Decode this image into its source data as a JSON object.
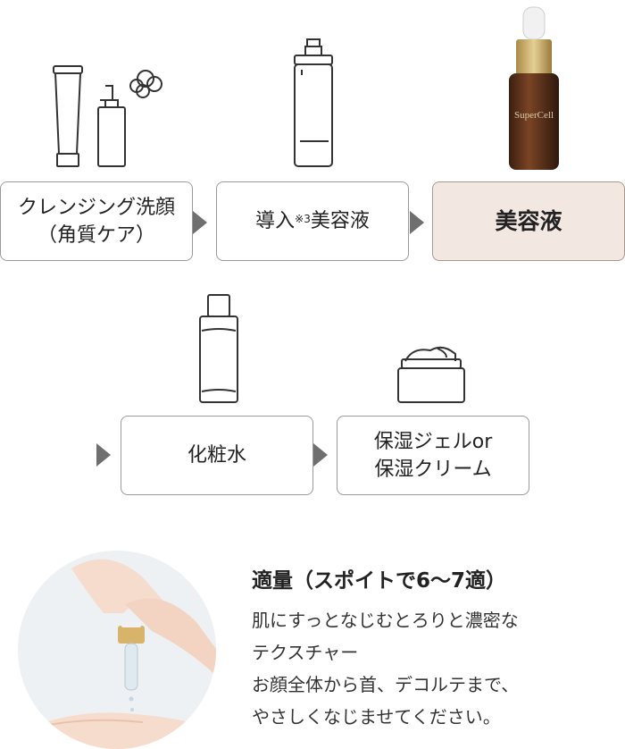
{
  "steps_row1": [
    {
      "lines": [
        "クレンジング洗顔",
        "（角質ケア）"
      ]
    },
    {
      "prefix": "導入",
      "sup": "※3",
      "suffix": "美容液"
    },
    {
      "lines": [
        "美容液"
      ]
    }
  ],
  "steps_row2": [
    {
      "lines": [
        "化粧水"
      ]
    },
    {
      "lines": [
        "保湿ジェルor",
        "保湿クリーム"
      ]
    }
  ],
  "bottle_label": {
    "brand": "SuperCell"
  },
  "usage": {
    "title": "適量（スポイトで6～7適）",
    "body": [
      "肌にすっとなじむとろりと濃密な",
      "テクスチャー",
      "お顔全体から首、デコルテまで、",
      "やさしくなじませてください。"
    ]
  }
}
